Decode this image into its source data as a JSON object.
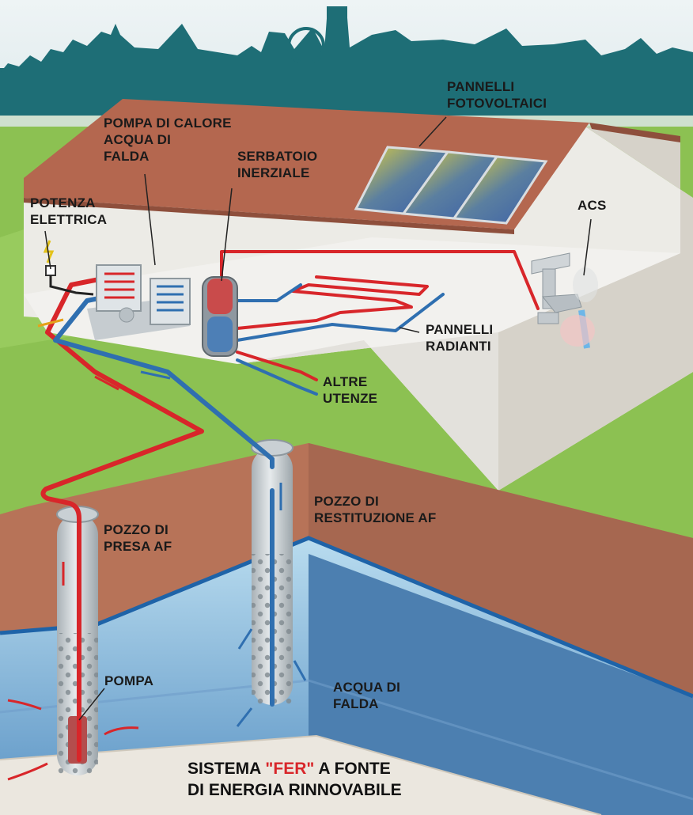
{
  "labels": {
    "pannelli_fotovoltaici": "PANNELLI\nFOTOVOLTAICI",
    "pompa_di_calore": "POMPA DI CALORE\nACQUA DI\nFALDA",
    "serbatoio_inerziale": "SERBATOIO\nINERZIALE",
    "potenza_elettrica": "POTENZA\nELETTRICA",
    "acs": "ACS",
    "pannelli_radianti": "PANNELLI\nRADIANTI",
    "altre_utenze": "ALTRE\nUTENZE",
    "pozzo_restituzione": "POZZO DI\nRESTITUZIONE AF",
    "pozzo_presa": "POZZO DI\nPRESA AF",
    "pompa": "POMPA",
    "acqua_di_falda": "ACQUA DI\nFALDA"
  },
  "title": {
    "line1_prefix": "SISTEMA ",
    "line1_highlight": "\"FER\"",
    "line1_suffix": " A FONTE",
    "line2": "DI ENERGIA RINNOVABILE"
  },
  "colors": {
    "hot_pipe": "#d8262a",
    "cold_pipe": "#2f6fb0",
    "roof": "#b4674f",
    "skyline": "#1e6e76",
    "grass": "#8cc152",
    "groundwater": "#8cc1de"
  }
}
